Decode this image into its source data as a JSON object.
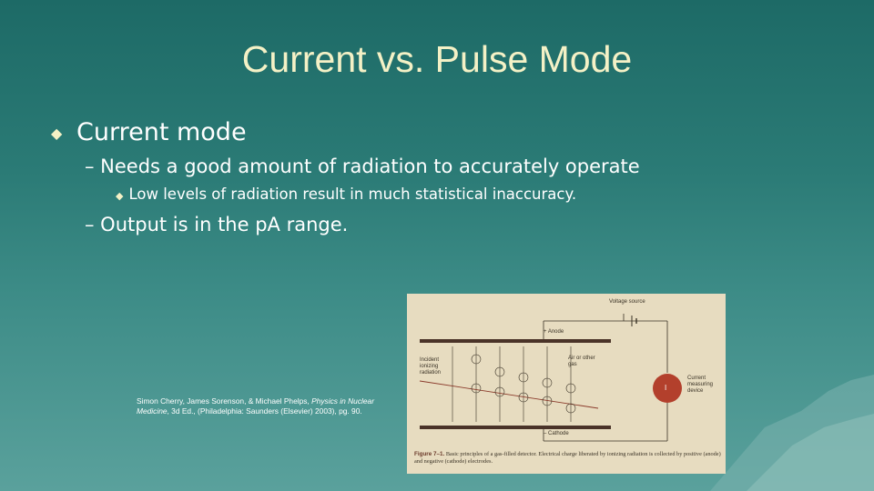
{
  "slide": {
    "title": "Current vs. Pulse Mode",
    "bullets": {
      "level1": "Current mode",
      "level2_a": "– Needs a good amount of radiation to accurately operate",
      "level3": "Low levels of radiation result in much statistical inaccuracy.",
      "level2_b": "– Output is in the pA range."
    },
    "citation": {
      "authors": "Simon Cherry, James Sorenson, & Michael Phelps,",
      "book": "Physics in Nuclear Medicine",
      "rest": ", 3d Ed., (Philadelphia:  Saunders (Elsevier) 2003), pg. 90."
    }
  },
  "figure": {
    "voltage_source": "Voltage source",
    "anode": "+ Anode",
    "cathode": "– Cathode",
    "incident": "Incident ionizing radiation",
    "air": "Air or other gas",
    "current_label": "Current measuring device",
    "meter_symbol": "I",
    "caption_num": "Figure 7–1.",
    "caption_text": "Basic principles of a gas-filled detector. Electrical charge liberated by ionizing radiation is collected by positive (anode) and negative (cathode) electrodes."
  },
  "colors": {
    "title": "#f4f1c6",
    "background_top": "#1d6a66",
    "background_bottom": "#5aa19c"
  }
}
